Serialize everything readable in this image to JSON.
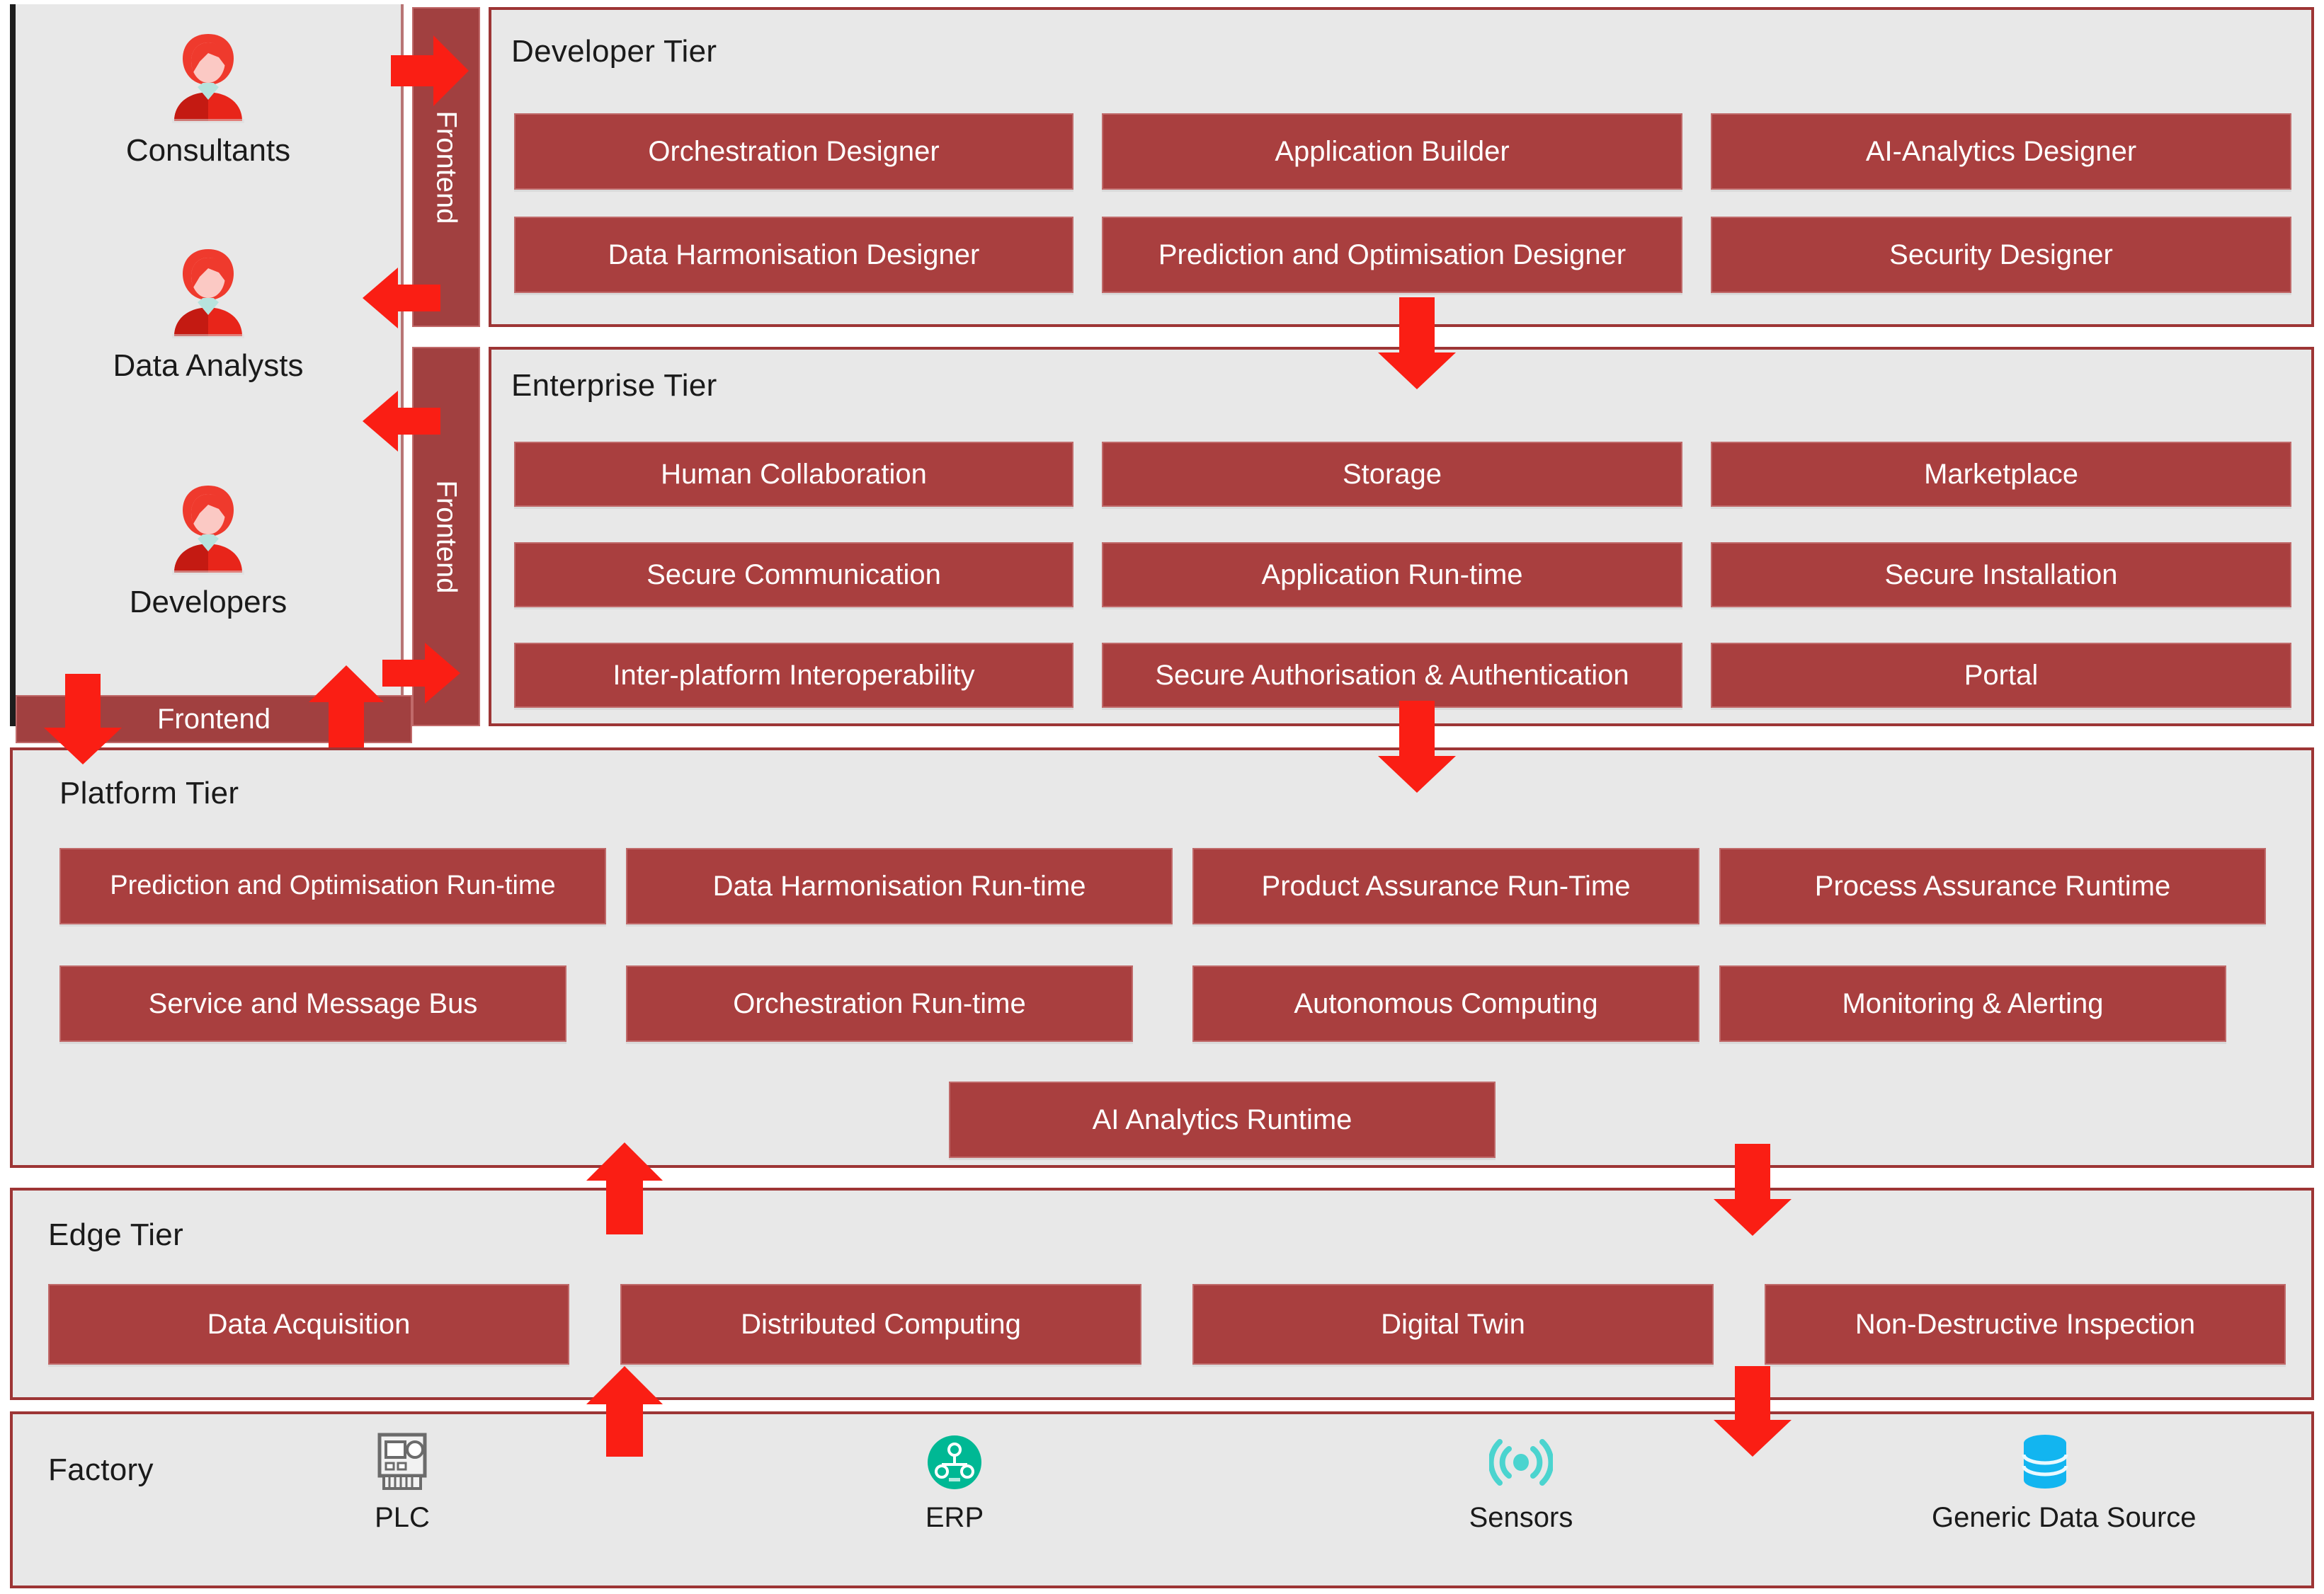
{
  "colors": {
    "module_fill": "#a93f3f",
    "tier_border": "#9d3535",
    "tier_bg": "#e8e8e8",
    "arrow_red": "#fa1e14",
    "frontend_bar": "#a14040",
    "erp_green": "#00b894",
    "sensor_teal": "#4bd4cf",
    "db_blue": "#12b5f0",
    "avatar_red": "#ef3a2d"
  },
  "personas": [
    {
      "label": "Consultants",
      "icon": "person-avatar-icon"
    },
    {
      "label": "Data Analysts",
      "icon": "person-avatar-icon"
    },
    {
      "label": "Developers",
      "icon": "person-avatar-icon"
    }
  ],
  "frontend_bars": {
    "top_vertical": "Frontend",
    "middle_vertical": "Frontend",
    "bottom_horizontal": "Frontend"
  },
  "tiers": [
    {
      "id": "developer",
      "title": "Developer Tier",
      "rows": [
        [
          "Orchestration Designer",
          "Application Builder",
          "AI-Analytics Designer"
        ],
        [
          "Data Harmonisation Designer",
          "Prediction and Optimisation Designer",
          "Security Designer"
        ]
      ]
    },
    {
      "id": "enterprise",
      "title": "Enterprise Tier",
      "rows": [
        [
          "Human Collaboration",
          "Storage",
          "Marketplace"
        ],
        [
          "Secure Communication",
          "Application Run-time",
          "Secure Installation"
        ],
        [
          "Inter-platform Interoperability",
          "Secure Authorisation & Authentication",
          "Portal"
        ]
      ]
    },
    {
      "id": "platform",
      "title": "Platform Tier",
      "rows": [
        [
          "Prediction and Optimisation Run-time",
          "Data Harmonisation Run-time",
          "Product Assurance Run-Time",
          "Process Assurance Runtime"
        ],
        [
          "Service and Message Bus",
          "Orchestration Run-time",
          "Autonomous Computing",
          "Monitoring & Alerting"
        ],
        [
          "AI Analytics Runtime"
        ]
      ]
    },
    {
      "id": "edge",
      "title": "Edge Tier",
      "rows": [
        [
          "Data Acquisition",
          "Distributed Computing",
          "Digital Twin",
          "Non-Destructive Inspection"
        ]
      ]
    }
  ],
  "factory": {
    "title": "Factory",
    "items": [
      {
        "label": "PLC",
        "icon": "plc-controller-icon"
      },
      {
        "label": "ERP",
        "icon": "erp-network-icon"
      },
      {
        "label": "Sensors",
        "icon": "sensor-wireless-icon"
      },
      {
        "label": "Generic Data Source",
        "icon": "database-icon"
      }
    ]
  },
  "arrows": [
    {
      "name": "arrow-consultants-to-frontend",
      "direction": "right"
    },
    {
      "name": "arrow-frontend-to-data-analysts-upper",
      "direction": "left"
    },
    {
      "name": "arrow-frontend-to-data-analysts",
      "direction": "left"
    },
    {
      "name": "arrow-developers-to-frontend",
      "direction": "right"
    },
    {
      "name": "arrow-frontend-down-to-platform",
      "direction": "down"
    },
    {
      "name": "arrow-platform-up-to-frontend",
      "direction": "up"
    },
    {
      "name": "arrow-developer-to-enterprise",
      "direction": "down"
    },
    {
      "name": "arrow-enterprise-to-platform",
      "direction": "down"
    },
    {
      "name": "arrow-edge-to-platform",
      "direction": "up"
    },
    {
      "name": "arrow-platform-to-edge",
      "direction": "down"
    },
    {
      "name": "arrow-factory-to-edge",
      "direction": "up"
    },
    {
      "name": "arrow-edge-to-factory",
      "direction": "down"
    }
  ]
}
